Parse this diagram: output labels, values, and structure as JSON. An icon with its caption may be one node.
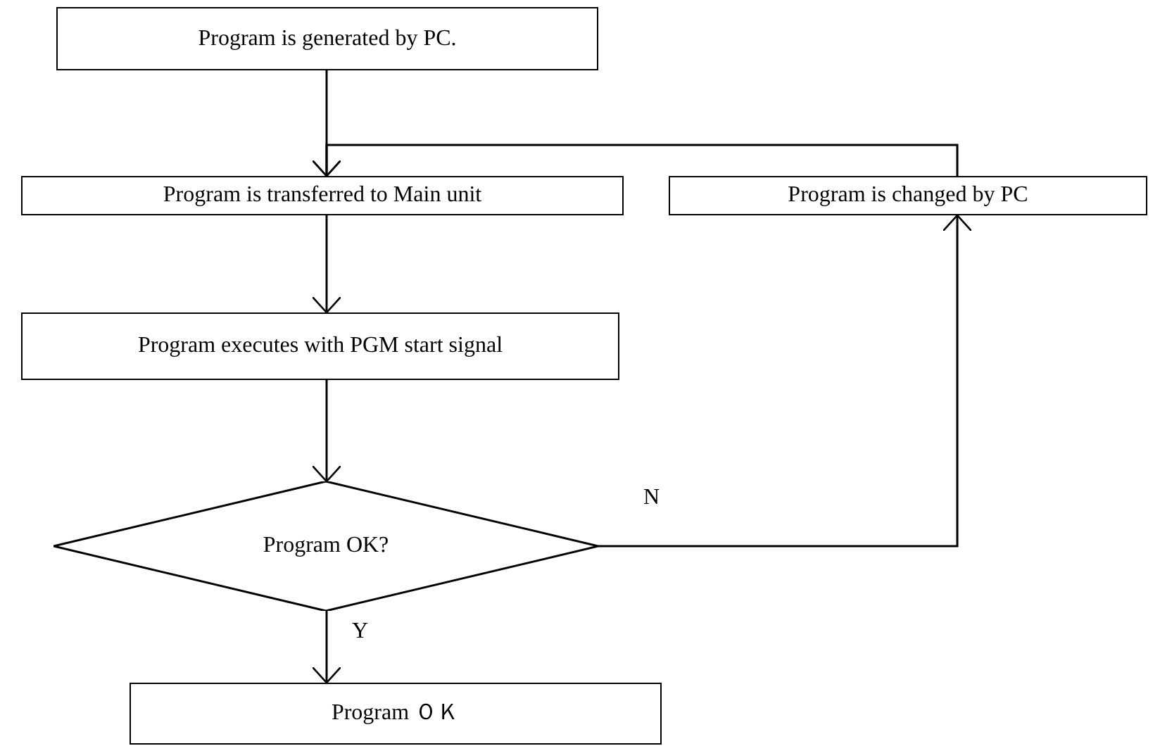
{
  "diagram": {
    "nodes": [
      {
        "text": [
          "Program is generated by PC."
        ]
      },
      {
        "text": [
          "Program is transferred to Main unit"
        ]
      },
      {
        "text": [
          "Program is changed by PC"
        ]
      },
      {
        "text": [
          "Program executes with PGM start signal"
        ]
      },
      {
        "text": [
          "Program OK?"
        ]
      },
      {
        "text": [
          "Program ＯＫ"
        ]
      }
    ],
    "edges": [
      {
        "from": 0,
        "to": 1,
        "arrow": "to"
      },
      {
        "from": 2,
        "to": 1,
        "arrow": "to"
      },
      {
        "from": 1,
        "to": 3,
        "arrow": "to"
      },
      {
        "from": 3,
        "to": 4,
        "arrow": "to"
      },
      {
        "from": 4,
        "to": 2,
        "arrow": "to",
        "label": "N"
      },
      {
        "from": 4,
        "to": 5,
        "arrow": "to",
        "label": "Y"
      }
    ]
  }
}
